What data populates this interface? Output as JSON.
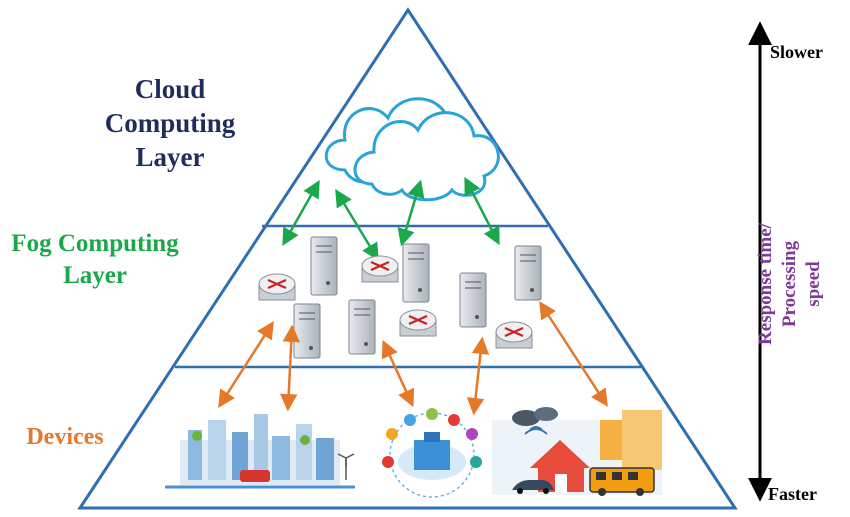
{
  "layers": {
    "cloud": {
      "label": "Cloud Computing Layer",
      "color": "#1f2d5c"
    },
    "fog": {
      "label": "Fog Computing Layer",
      "color": "#1aa84b"
    },
    "devices": {
      "label": "Devices",
      "color": "#e6782a"
    }
  },
  "axis": {
    "top_label": "Slower",
    "bottom_label": "Faster",
    "side_label_line1": "Response time/",
    "side_label_line2": "Processing",
    "side_label_line3": "speed",
    "side_label_color": "#7b3a96"
  },
  "colors": {
    "pyramid_stroke": "#2f6fb0",
    "cloud_arrows": "#1aa84b",
    "device_arrows": "#e6782a",
    "router_accent": "#cc2222"
  },
  "icons": {
    "cloud": "cloud-icon",
    "server": "server-icon",
    "router": "router-icon",
    "smart_city": "smart-city-icon",
    "smart_building": "smart-building-icon",
    "smart_transport": "smart-transport-icon"
  }
}
